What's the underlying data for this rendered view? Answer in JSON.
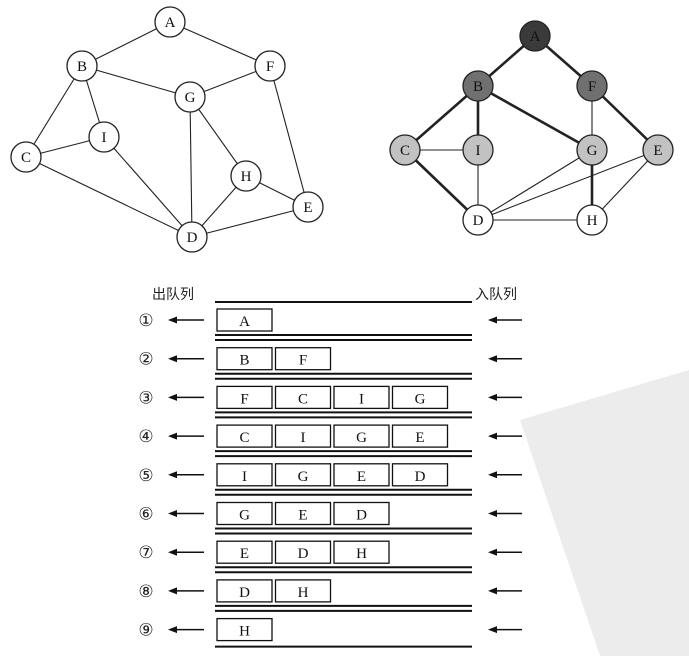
{
  "graph_left": {
    "nodes": [
      {
        "id": "A"
      },
      {
        "id": "B"
      },
      {
        "id": "F"
      },
      {
        "id": "G"
      },
      {
        "id": "I"
      },
      {
        "id": "C"
      },
      {
        "id": "H"
      },
      {
        "id": "E"
      },
      {
        "id": "D"
      }
    ],
    "edges": [
      [
        "A",
        "B"
      ],
      [
        "A",
        "F"
      ],
      [
        "B",
        "G"
      ],
      [
        "F",
        "G"
      ],
      [
        "B",
        "C"
      ],
      [
        "B",
        "I"
      ],
      [
        "C",
        "I"
      ],
      [
        "C",
        "D"
      ],
      [
        "I",
        "D"
      ],
      [
        "G",
        "D"
      ],
      [
        "G",
        "H"
      ],
      [
        "H",
        "D"
      ],
      [
        "H",
        "E"
      ],
      [
        "F",
        "E"
      ],
      [
        "D",
        "E"
      ]
    ]
  },
  "graph_right": {
    "nodes": [
      {
        "id": "A",
        "level": 0
      },
      {
        "id": "B",
        "level": 1
      },
      {
        "id": "F",
        "level": 1
      },
      {
        "id": "C",
        "level": 2
      },
      {
        "id": "I",
        "level": 2
      },
      {
        "id": "G",
        "level": 2
      },
      {
        "id": "E",
        "level": 2
      },
      {
        "id": "D",
        "level": 3
      },
      {
        "id": "H",
        "level": 3
      }
    ],
    "edges": [
      [
        "A",
        "B",
        true
      ],
      [
        "A",
        "F",
        true
      ],
      [
        "B",
        "C",
        true
      ],
      [
        "B",
        "I",
        true
      ],
      [
        "B",
        "G",
        true
      ],
      [
        "F",
        "G",
        false
      ],
      [
        "F",
        "E",
        true
      ],
      [
        "C",
        "I",
        false
      ],
      [
        "C",
        "D",
        true
      ],
      [
        "I",
        "D",
        false
      ],
      [
        "G",
        "D",
        false
      ],
      [
        "G",
        "H",
        true
      ],
      [
        "E",
        "D",
        false
      ],
      [
        "E",
        "H",
        false
      ],
      [
        "D",
        "H",
        false
      ]
    ],
    "level_colors": [
      "#3a3a3a",
      "#707070",
      "#c2c2c2",
      "#ffffff"
    ]
  },
  "queue": {
    "dequeue_label": "出队列",
    "enqueue_label": "入队列",
    "steps": [
      {
        "num": "①",
        "items": [
          "A"
        ]
      },
      {
        "num": "②",
        "items": [
          "B",
          "F"
        ]
      },
      {
        "num": "③",
        "items": [
          "F",
          "C",
          "I",
          "G"
        ]
      },
      {
        "num": "④",
        "items": [
          "C",
          "I",
          "G",
          "E"
        ]
      },
      {
        "num": "⑤",
        "items": [
          "I",
          "G",
          "E",
          "D"
        ]
      },
      {
        "num": "⑥",
        "items": [
          "G",
          "E",
          "D"
        ]
      },
      {
        "num": "⑦",
        "items": [
          "E",
          "D",
          "H"
        ]
      },
      {
        "num": "⑧",
        "items": [
          "D",
          "H"
        ]
      },
      {
        "num": "⑨",
        "items": [
          "H"
        ]
      }
    ]
  }
}
